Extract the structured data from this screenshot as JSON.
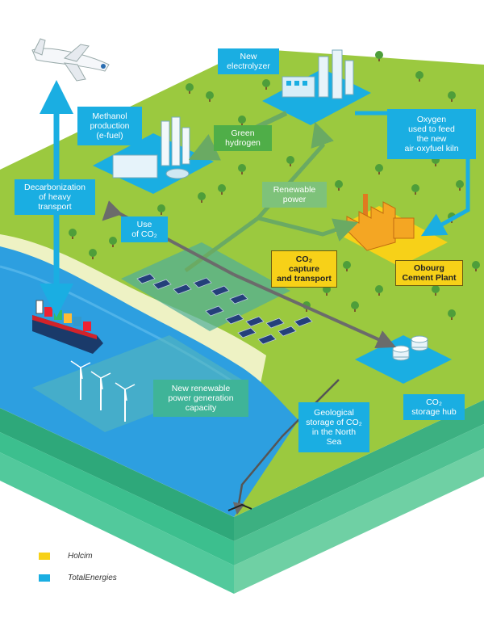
{
  "labels": {
    "new_electrolyzer": "New\nelectrolyzer",
    "methanol_production": "Methanol\nproduction\n(e-fuel)",
    "green_hydrogen": "Green\nhydrogen",
    "oxygen": "Oxygen\nused to feed\nthe new\nair-oxyfuel kiln",
    "decarbonization": "Decarbonization\nof heavy\ntransport",
    "renewable_power": "Renewable\npower",
    "use_of_co2": "Use\nof CO₂",
    "co2_capture": "CO₂\ncapture\nand transport",
    "obourg": "Obourg\nCement Plant",
    "new_renewable_capacity": "New renewable\npower generation\ncapacity",
    "geological_storage": "Geological\nstorage of CO₂\nin the North\nSea",
    "co2_storage_hub": "CO₂\nstorage hub"
  },
  "legend": [
    {
      "name": "Holcim",
      "color": "#f7d118"
    },
    {
      "name": "TotalEnergies",
      "color": "#1aaee2"
    }
  ],
  "colors": {
    "land": "#9bc93f",
    "sea": "#2d9fe0",
    "beach": "#eef2c4",
    "holcim": "#f7d118",
    "totalenergies": "#1aaee2",
    "flow_green": "#6aaa63",
    "flow_grey": "#6b6b6b"
  },
  "icons": [
    "airplane-icon",
    "cargo-ship-icon",
    "wind-turbine-icon",
    "solar-panel-icon",
    "factory-icon",
    "electrolyzer-icon",
    "methanol-plant-icon",
    "storage-tank-icon",
    "tree-icon"
  ]
}
